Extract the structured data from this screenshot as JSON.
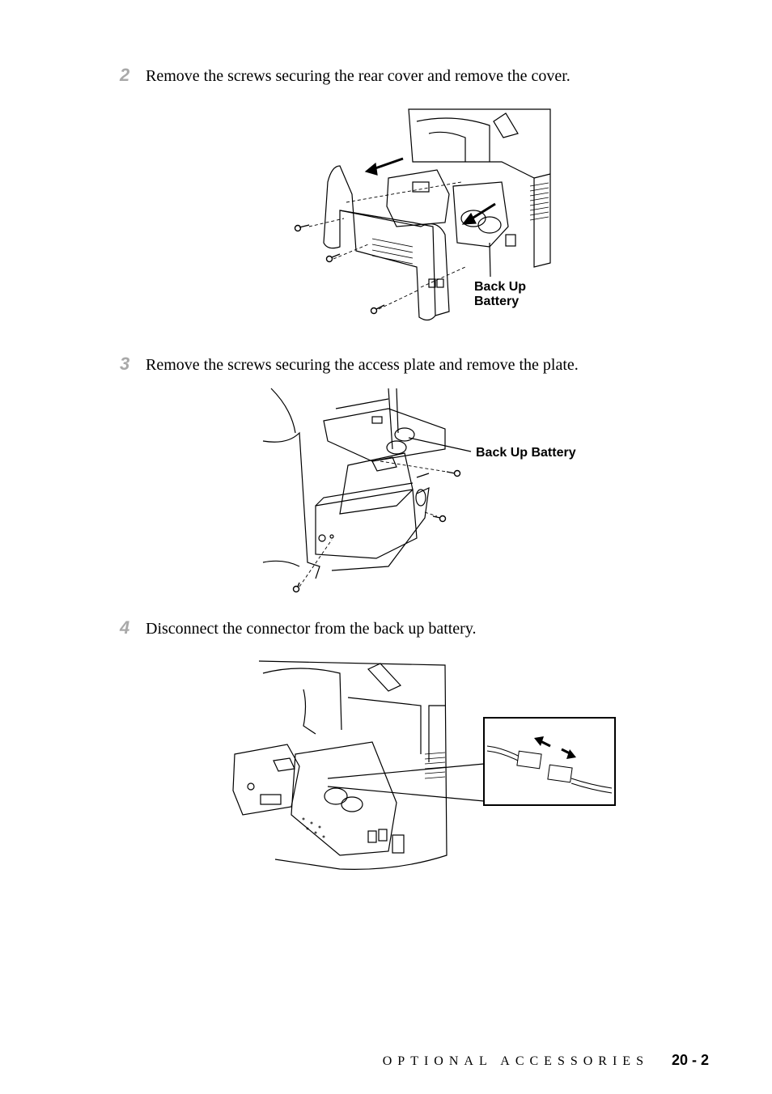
{
  "steps": [
    {
      "number": "2",
      "text": "Remove the screws securing the rear cover and remove the cover."
    },
    {
      "number": "3",
      "text": "Remove the screws securing the access plate and remove the plate."
    },
    {
      "number": "4",
      "text": "Disconnect the connector from the back up battery."
    }
  ],
  "figures": {
    "fig1_label_line1": "Back Up",
    "fig1_label_line2": "Battery",
    "fig2_label": "Back Up Battery"
  },
  "footer": {
    "section": "OPTIONAL ACCESSORIES",
    "page": "20 - 2"
  }
}
